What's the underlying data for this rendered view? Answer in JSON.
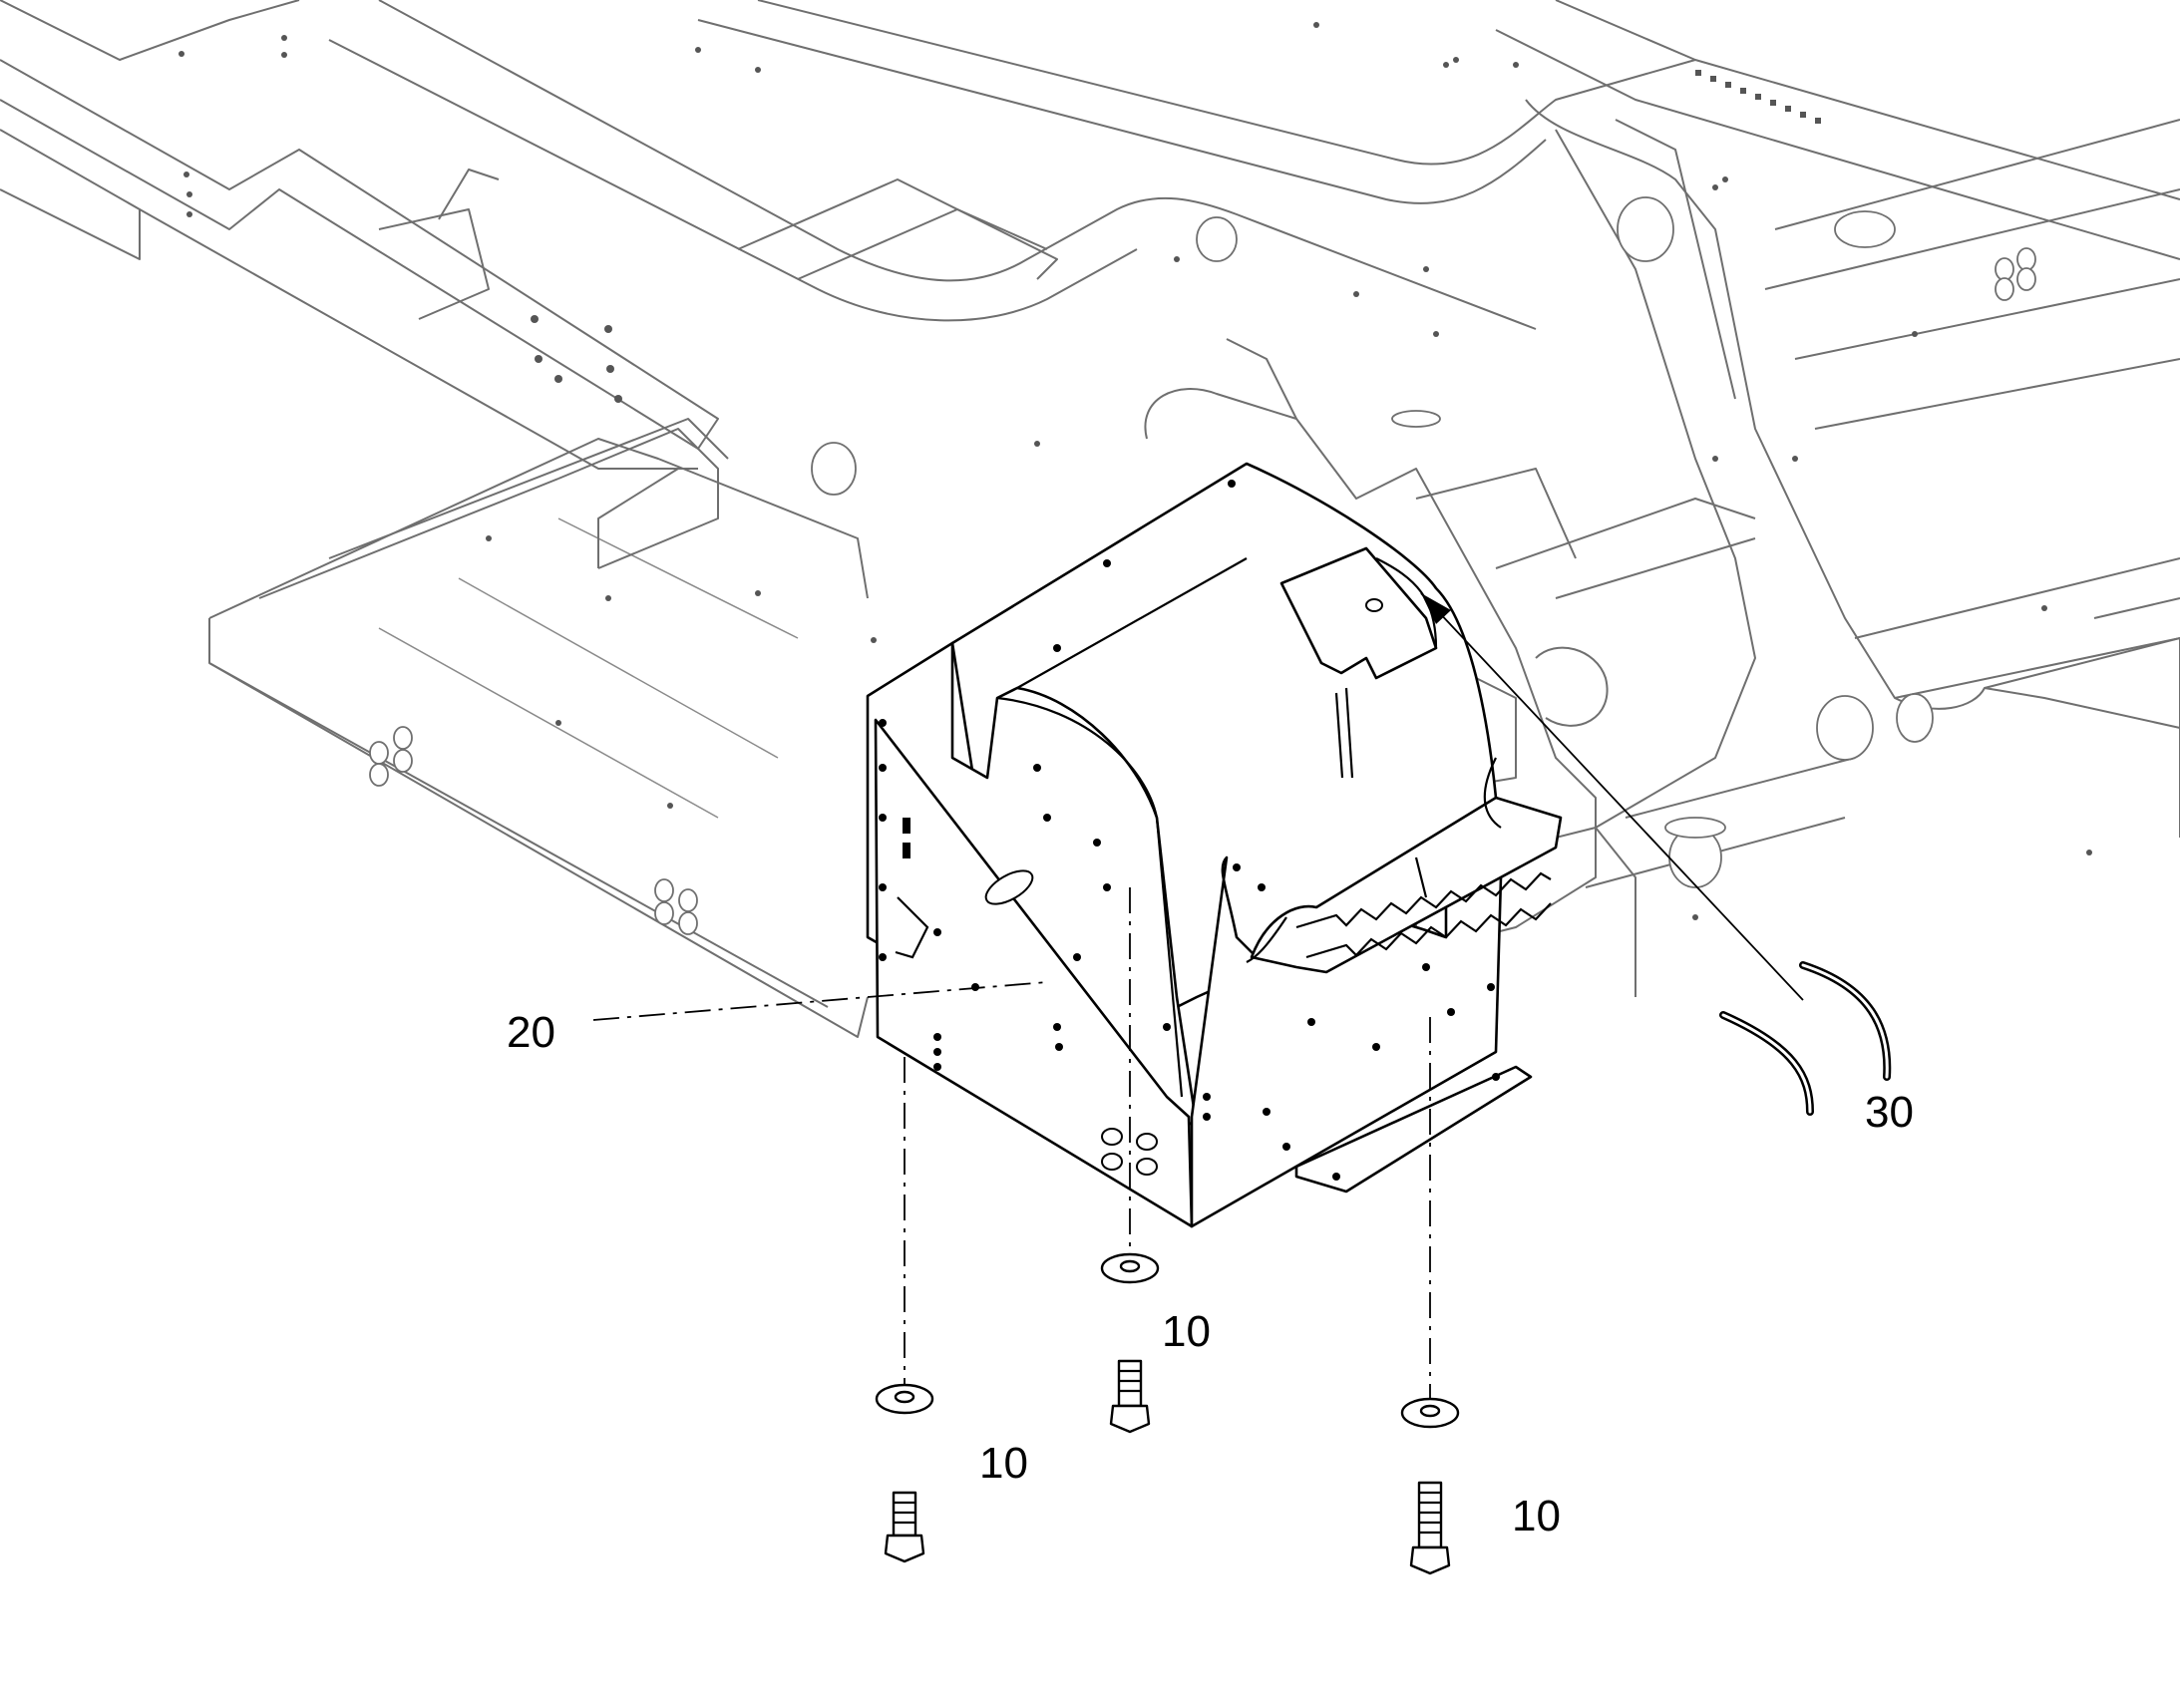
{
  "callouts": {
    "item_20": "20",
    "item_30": "30",
    "item_10_center": "10",
    "item_10_left": "10",
    "item_10_right": "10"
  }
}
